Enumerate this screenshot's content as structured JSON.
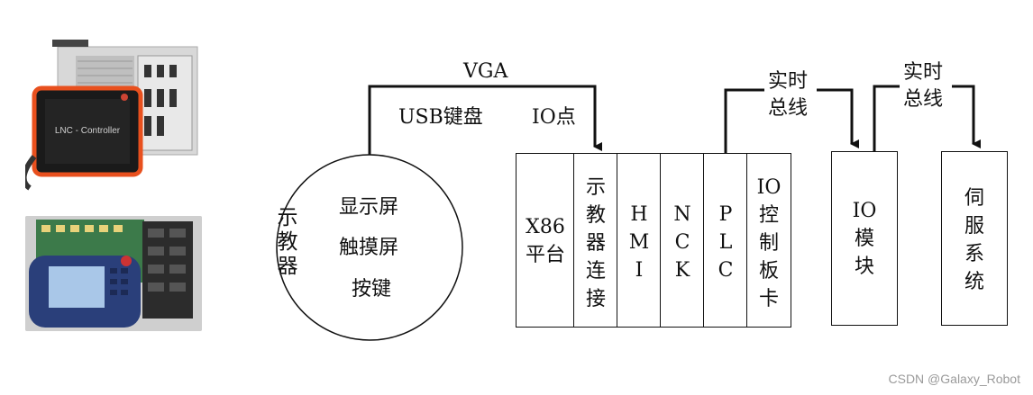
{
  "diagram": {
    "pendant_label": "示教器",
    "pendant_features": [
      "显示屏",
      "触摸屏",
      "按键"
    ],
    "connections": {
      "vga": "VGA",
      "usb": "USB键盘",
      "io": "IO点",
      "realtime_bus_1": "实时\n总线",
      "realtime_bus_2": "实时\n总线"
    },
    "controller_modules": [
      {
        "label": "X86\n平台"
      },
      {
        "label": "示\n教\n器\n连\n接"
      },
      {
        "label": "H\nM\nI"
      },
      {
        "label": "N\nC\nK"
      },
      {
        "label": "P\nL\nC"
      },
      {
        "label": "IO\n控\n制\n板\n卡"
      }
    ],
    "io_module": "IO\n模\n块",
    "servo_system": "伺\n服\n系\n统",
    "photos": {
      "controller_brand": "LNC - Controller"
    }
  },
  "watermark": "CSDN @Galaxy_Robot",
  "colors": {
    "line": "#111111",
    "photo_case_orange": "#e8501e",
    "photo_case_black": "#1a1a1a",
    "pendant_blue": "#2a3f7a"
  }
}
